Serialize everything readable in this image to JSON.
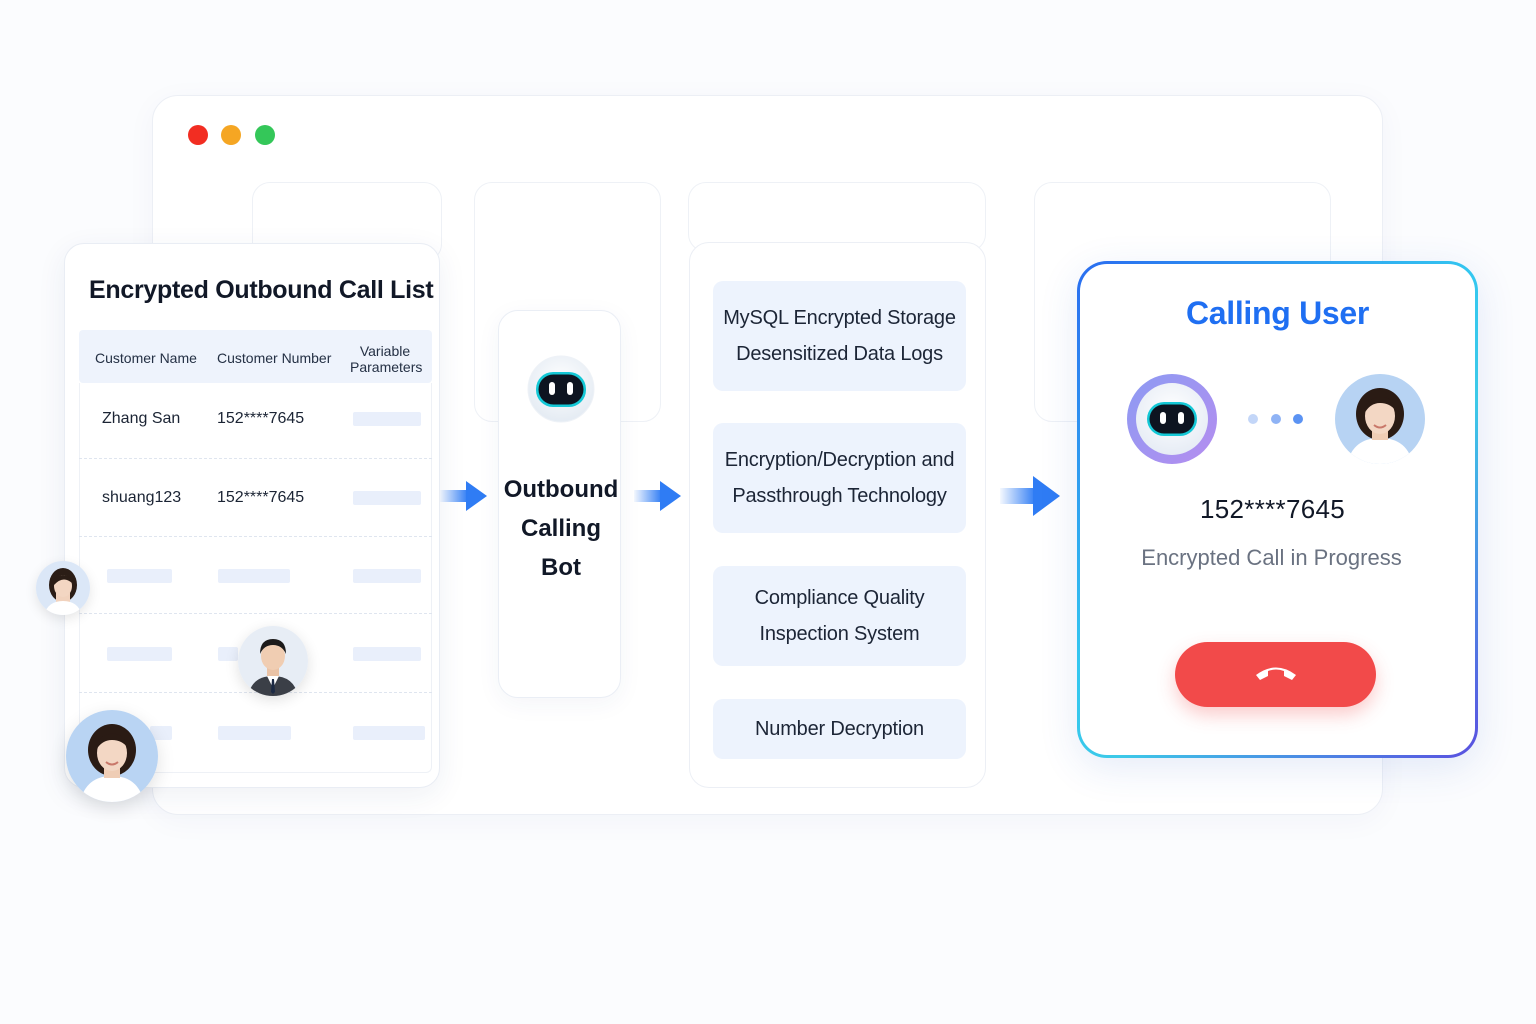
{
  "window": {
    "controls": [
      {
        "name": "close",
        "color": "#f22d22"
      },
      {
        "name": "minimize",
        "color": "#f5a623"
      },
      {
        "name": "maximize",
        "color": "#34c759"
      }
    ]
  },
  "call_list": {
    "title": "Encrypted Outbound Call List",
    "columns": [
      "Customer Name",
      "Customer Number",
      "Variable Parameters"
    ],
    "rows": [
      {
        "name": "Zhang San",
        "number": "152****7645"
      },
      {
        "name": "shuang123",
        "number": "152****7645"
      }
    ]
  },
  "bot": {
    "label_lines": [
      "Outbound",
      "Calling",
      "Bot"
    ],
    "icon": "robot-icon"
  },
  "security": {
    "items": [
      {
        "lines": [
          "MySQL Encrypted Storage",
          "Desensitized Data Logs"
        ]
      },
      {
        "lines": [
          "Encryption/Decryption and",
          "Passthrough Technology"
        ]
      },
      {
        "lines": [
          "Compliance Quality",
          "Inspection System"
        ]
      },
      {
        "lines": [
          "Number Decryption"
        ]
      }
    ]
  },
  "calling": {
    "title": "Calling User",
    "number": "152****7645",
    "status": "Encrypted Call in Progress",
    "hangup_icon": "phone-hangup-icon"
  },
  "colors": {
    "accent": "#1f6ff2",
    "hangup": "#f24a4a",
    "arrow": "#2f7cf4",
    "placeholder": "#e9effb"
  }
}
